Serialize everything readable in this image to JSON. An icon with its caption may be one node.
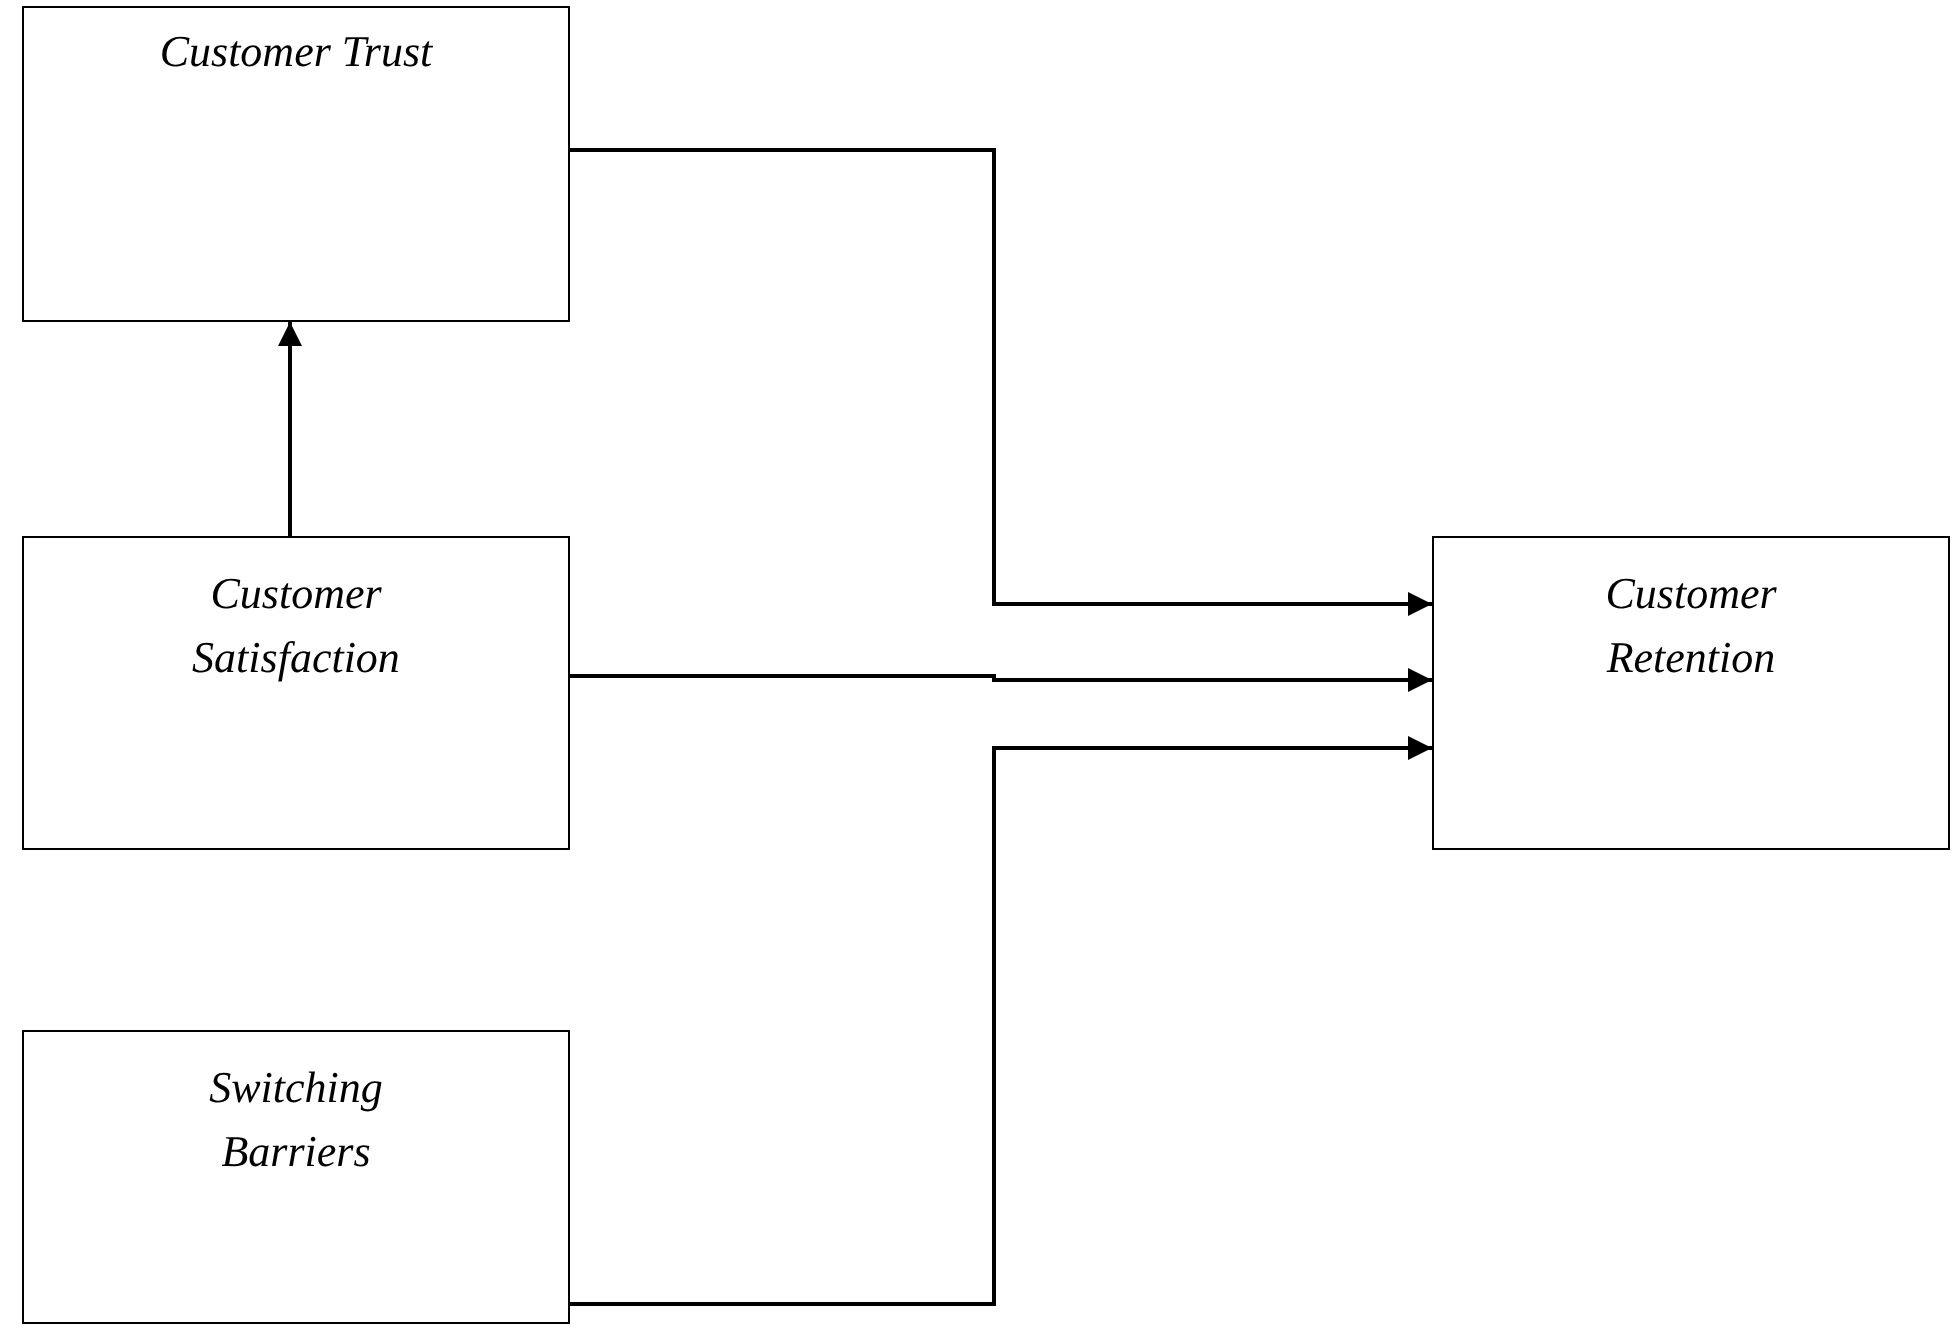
{
  "diagram": {
    "nodes": [
      {
        "text": [
          "Customer Trust"
        ]
      },
      {
        "text": [
          "Customer Satisfaction"
        ]
      },
      {
        "text": [
          "Customer Retention"
        ]
      },
      {
        "text": [
          "Switching Barriers"
        ]
      }
    ],
    "edges": [
      {
        "from": 1,
        "to": 0,
        "arrow": "to"
      },
      {
        "from": 0,
        "to": 2,
        "arrow": "to"
      },
      {
        "from": 1,
        "to": 2,
        "arrow": "to"
      },
      {
        "from": 3,
        "to": 2,
        "arrow": "to"
      }
    ]
  }
}
